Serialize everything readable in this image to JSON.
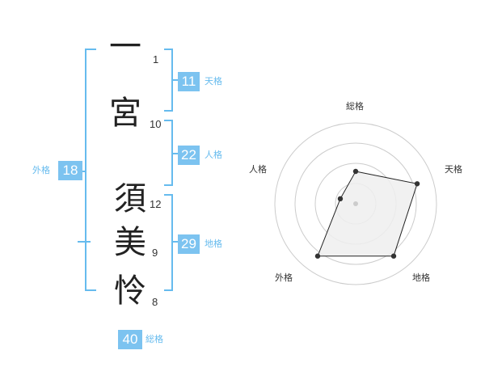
{
  "name": {
    "chars": [
      {
        "char": "一",
        "strokes": "1"
      },
      {
        "char": "宮",
        "strokes": "10"
      },
      {
        "char": "須",
        "strokes": "12"
      },
      {
        "char": "美",
        "strokes": "9"
      },
      {
        "char": "怜",
        "strokes": "8"
      }
    ]
  },
  "grids": {
    "tenkaku": {
      "value": "11",
      "label": "天格"
    },
    "jinkaku": {
      "value": "22",
      "label": "人格"
    },
    "chikaku": {
      "value": "29",
      "label": "地格"
    },
    "gaikaku": {
      "value": "18",
      "label": "外格"
    },
    "soukaku": {
      "value": "40",
      "label": "総格"
    }
  },
  "colors": {
    "accent": "#7cc3f0",
    "bracket": "#66bbee",
    "radar_fill": "#eeeeee"
  },
  "chart_data": {
    "type": "radar",
    "axes": [
      "総格",
      "天格",
      "地格",
      "外格",
      "人格"
    ],
    "max": 5,
    "rings": 4,
    "values": [
      2,
      4,
      4,
      4,
      1
    ]
  }
}
